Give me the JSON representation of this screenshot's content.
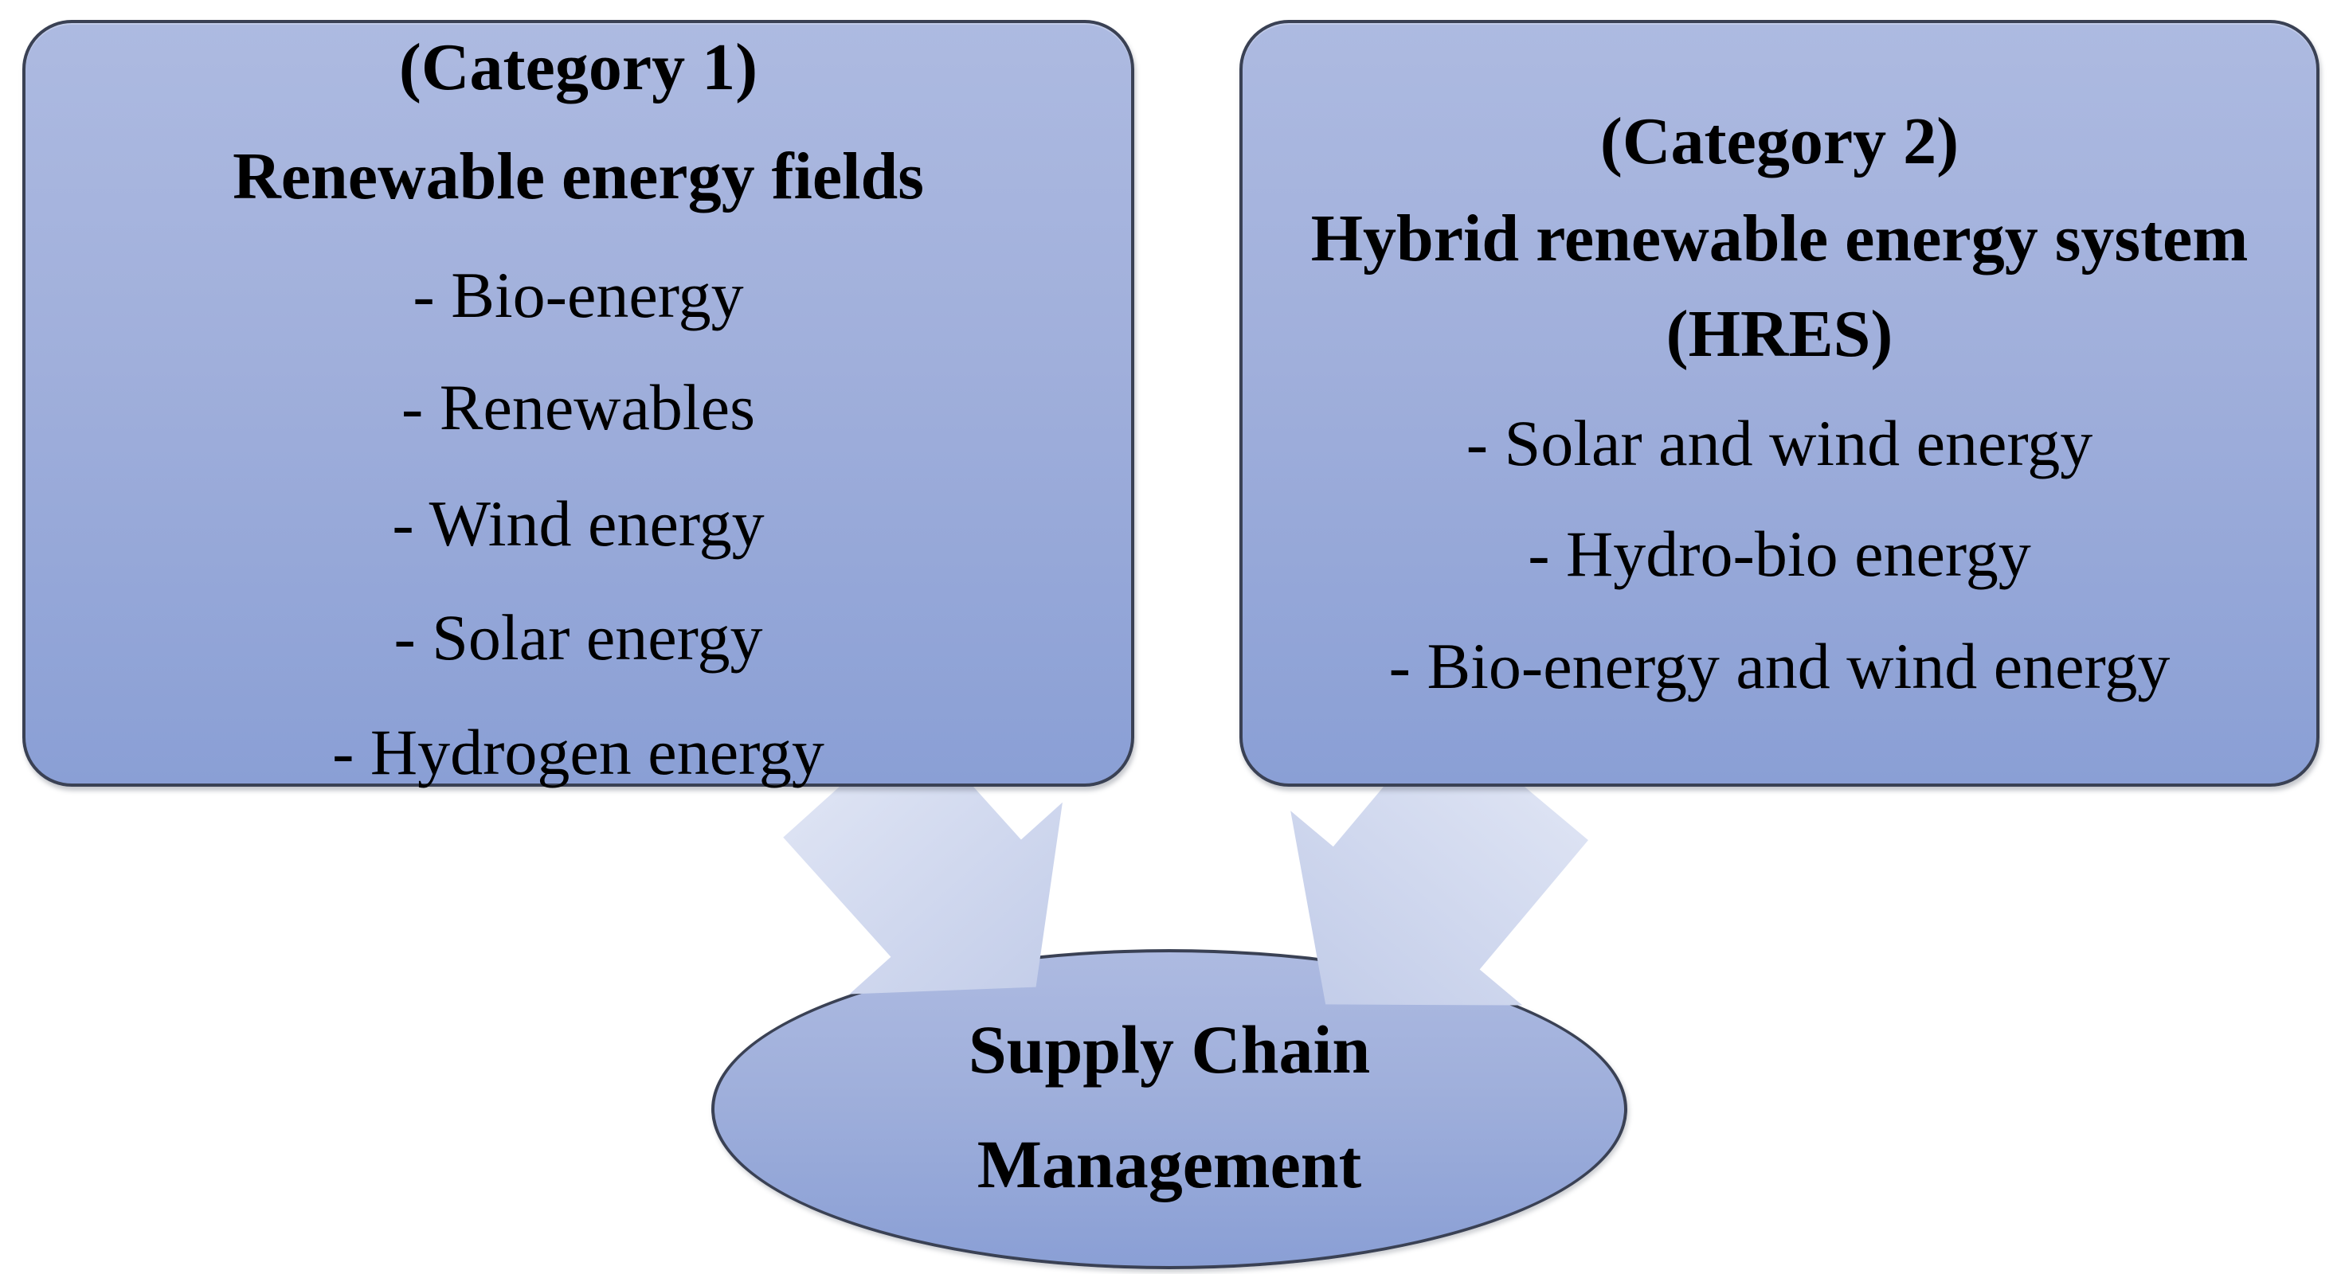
{
  "left_box": {
    "title": "(Category 1)",
    "subtitle": "Renewable energy fields",
    "items": [
      "- Bio-energy",
      "- Renewables",
      "- Wind energy",
      "- Solar energy",
      "- Hydrogen energy"
    ]
  },
  "right_box": {
    "title": "(Category 2)",
    "subtitle_line1": "Hybrid renewable energy system",
    "subtitle_line2": "(HRES)",
    "items": [
      "- Solar and wind energy",
      "- Hydro-bio energy",
      "- Bio-energy and wind energy"
    ]
  },
  "center_ellipse": {
    "line1": "Supply Chain",
    "line2": "Management"
  },
  "colors": {
    "shape_fill_top": "#adbae1",
    "shape_fill_bottom": "#8a9fd5",
    "shape_border": "#3a4154",
    "arrow_fill_top": "#dce2f3",
    "arrow_fill_bottom": "#c3cde9",
    "text": "#000000",
    "background": "#ffffff"
  }
}
